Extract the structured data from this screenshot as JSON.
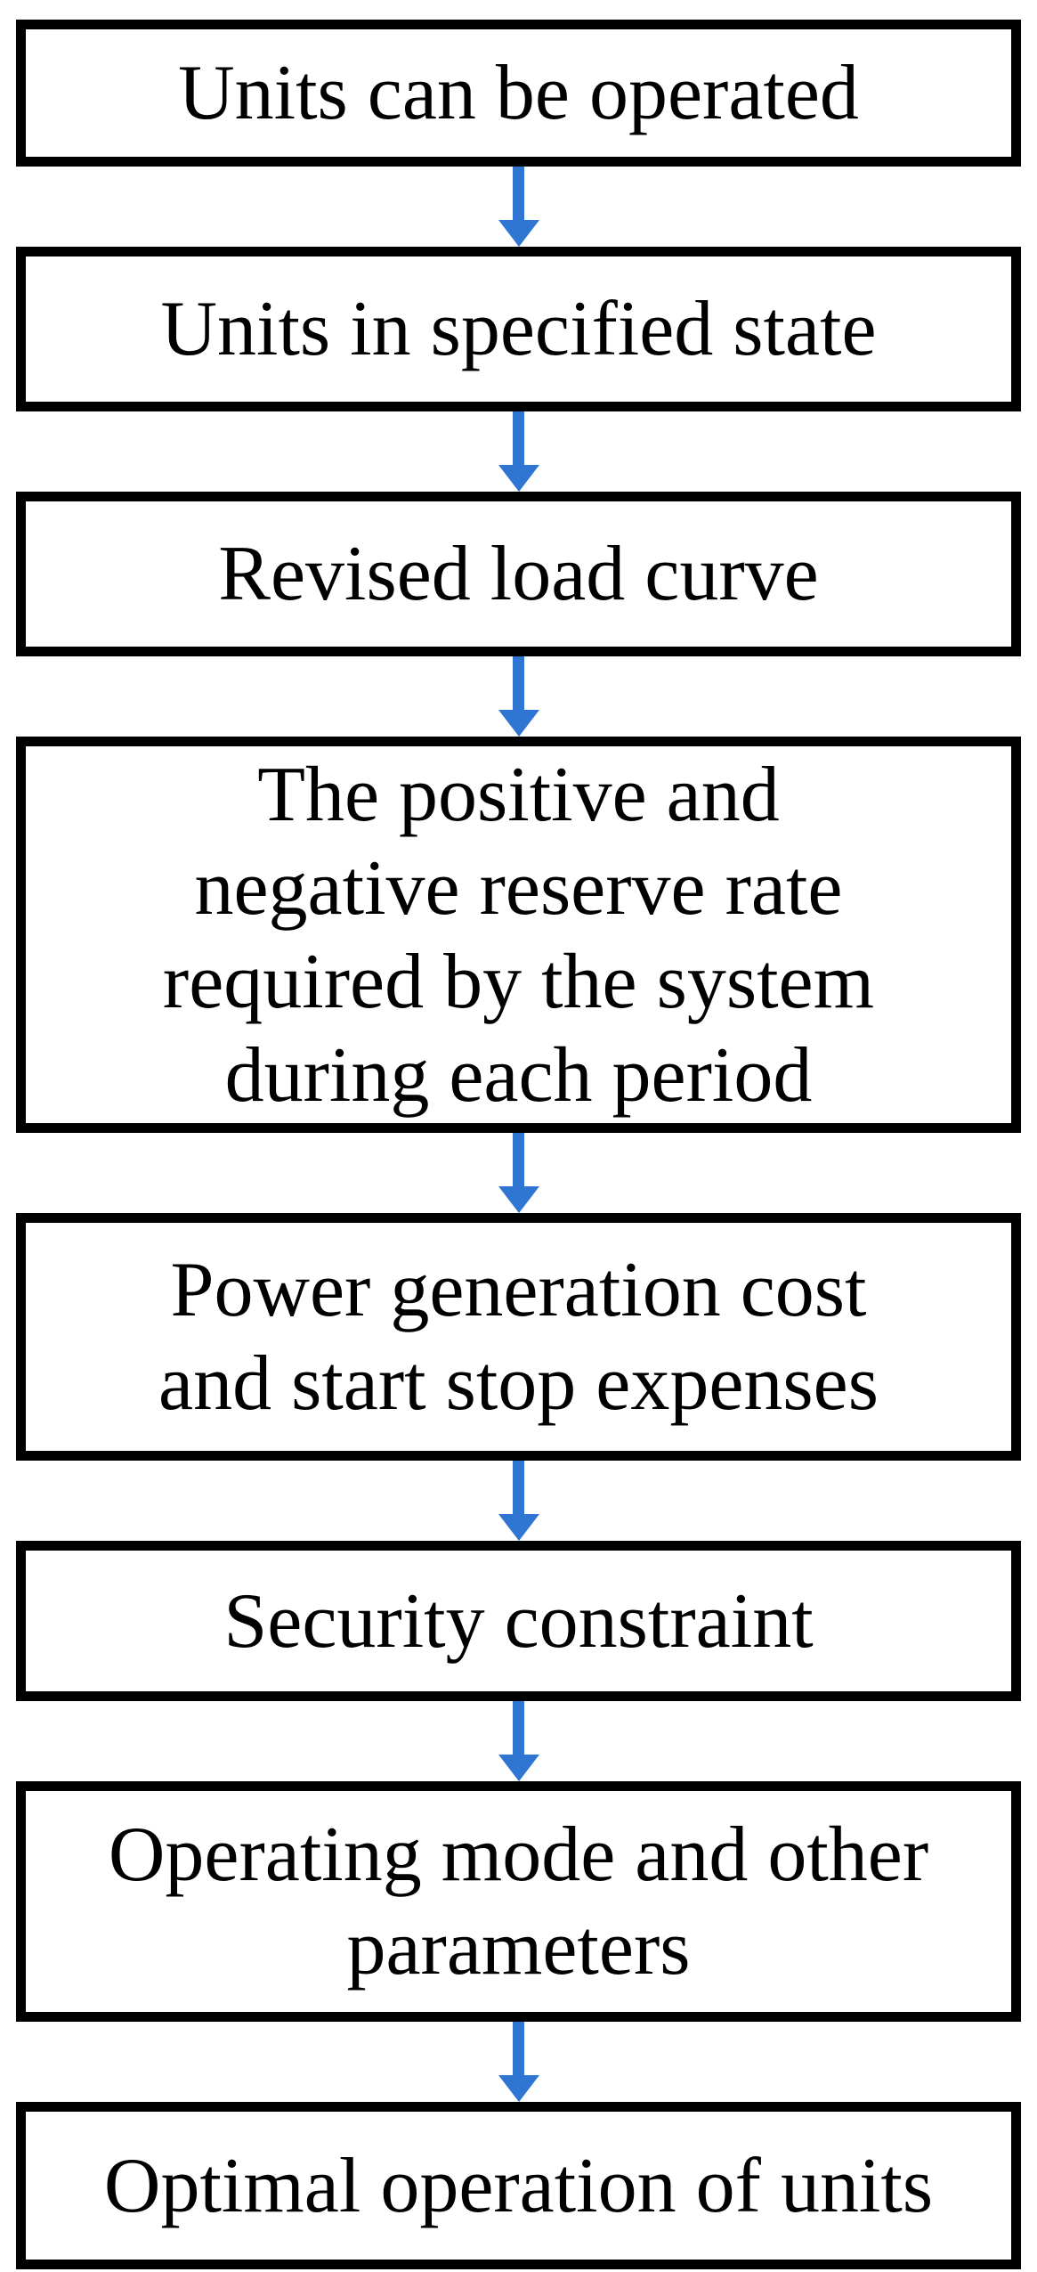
{
  "flowchart": {
    "arrow_color": "#2E76D2",
    "box_border_color": "#000000",
    "box_fill_color": "#FFFFFF",
    "text_color": "#000000",
    "connector_icon": "arrow-down-icon",
    "steps": [
      {
        "id": "units-can-be-operated",
        "text": "Units can be operated"
      },
      {
        "id": "units-in-specified-state",
        "text": "Units in specified state"
      },
      {
        "id": "revised-load-curve",
        "text": "Revised load curve"
      },
      {
        "id": "positive-negative-reserve-rate",
        "text": "The positive and\nnegative reserve rate\nrequired by the system\nduring each period"
      },
      {
        "id": "power-generation-cost",
        "text": "Power generation cost\nand start stop expenses"
      },
      {
        "id": "security-constraint",
        "text": "Security constraint"
      },
      {
        "id": "operating-mode-and-parameters",
        "text": "Operating mode and other\nparameters"
      },
      {
        "id": "optimal-operation-of-units",
        "text": "Optimal operation of units"
      }
    ]
  }
}
